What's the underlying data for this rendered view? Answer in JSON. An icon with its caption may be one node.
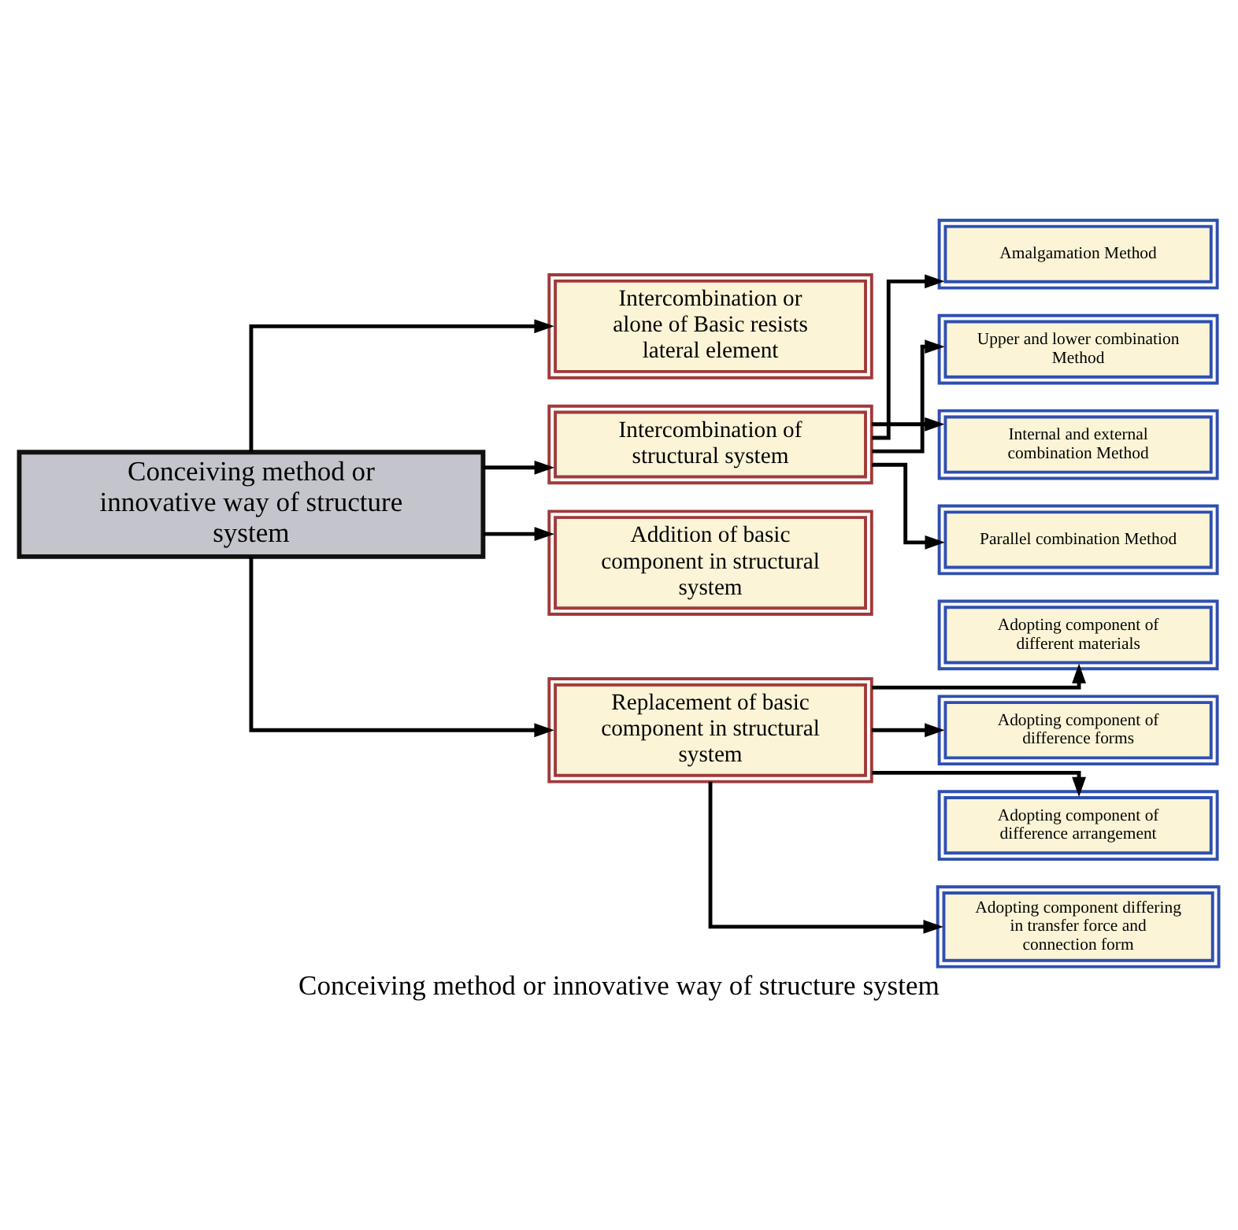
{
  "diagram": {
    "caption": "Conceiving method or innovative way of structure system",
    "nodes": [
      {
        "text": [
          "Conceiving method or innovative way of structure system"
        ]
      },
      {
        "text": [
          "Intercombination or alone of Basic resists lateral element"
        ]
      },
      {
        "text": [
          "Intercombination of structural system"
        ]
      },
      {
        "text": [
          "Addition of basic component in structural system"
        ]
      },
      {
        "text": [
          "Replacement of basic component in structural system"
        ]
      },
      {
        "text": [
          "Amalgamation Method"
        ]
      },
      {
        "text": [
          "Upper and lower combination Method"
        ]
      },
      {
        "text": [
          "Internal and external combination Method"
        ]
      },
      {
        "text": [
          "Parallel combination Method"
        ]
      },
      {
        "text": [
          "Adopting component of different materials"
        ]
      },
      {
        "text": [
          "Adopting component of difference forms"
        ]
      },
      {
        "text": [
          "Adopting component of difference arrangement"
        ]
      },
      {
        "text": [
          "Adopting component differing in transfer force and connection form"
        ]
      }
    ],
    "edges": [
      {
        "from": 0,
        "to": 1,
        "arrow": "to"
      },
      {
        "from": 0,
        "to": 2,
        "arrow": "to"
      },
      {
        "from": 0,
        "to": 3,
        "arrow": "to"
      },
      {
        "from": 0,
        "to": 4,
        "arrow": "to"
      },
      {
        "from": 2,
        "to": 5,
        "arrow": "to"
      },
      {
        "from": 2,
        "to": 6,
        "arrow": "to"
      },
      {
        "from": 2,
        "to": 7,
        "arrow": "to"
      },
      {
        "from": 2,
        "to": 8,
        "arrow": "to"
      },
      {
        "from": 4,
        "to": 9,
        "arrow": "to"
      },
      {
        "from": 4,
        "to": 10,
        "arrow": "to"
      },
      {
        "from": 4,
        "to": 11,
        "arrow": "to"
      },
      {
        "from": 4,
        "to": 12,
        "arrow": "to"
      }
    ]
  }
}
